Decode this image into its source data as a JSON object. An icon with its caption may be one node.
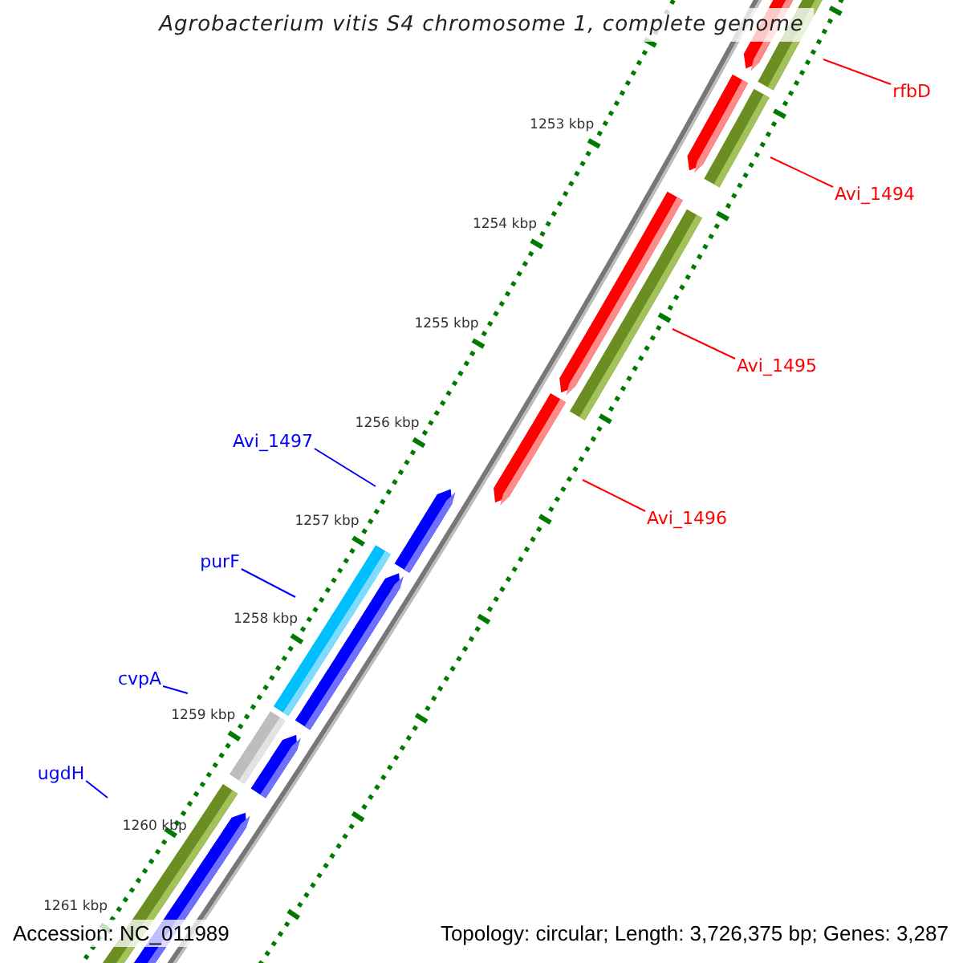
{
  "diagram": {
    "title": "Agrobacterium vitis S4 chromosome 1, complete genome",
    "nodes": [
      {
        "text": [
          "rfbD"
        ]
      },
      {
        "text": [
          "Avi_1494"
        ]
      },
      {
        "text": [
          "Avi_1495"
        ]
      },
      {
        "text": [
          "Avi_1497"
        ]
      },
      {
        "text": [
          "Avi_1496"
        ]
      },
      {
        "text": [
          "purF"
        ]
      },
      {
        "text": [
          "cvpA"
        ]
      },
      {
        "text": [
          "ugdH"
        ]
      }
    ],
    "edges": [
      {
        "from": 0,
        "to": null,
        "arrow": "none",
        "color": "#ff0000"
      },
      {
        "from": 1,
        "to": null,
        "arrow": "none",
        "color": "#ff0000"
      },
      {
        "from": 2,
        "to": null,
        "arrow": "none",
        "color": "#ff0000"
      },
      {
        "from": 3,
        "to": null,
        "arrow": "none",
        "color": "#0000ff"
      },
      {
        "from": 4,
        "to": null,
        "arrow": "none",
        "color": "#ff0000"
      },
      {
        "from": 5,
        "to": null,
        "arrow": "none",
        "color": "#0000ff"
      },
      {
        "from": 6,
        "to": null,
        "arrow": "none",
        "color": "#0000ff"
      },
      {
        "from": 7,
        "to": null,
        "arrow": "none",
        "color": "#0000ff"
      }
    ],
    "labels": [
      "1253 kbp",
      "1254 kbp",
      "1255 kbp",
      "1256 kbp",
      "1257 kbp",
      "1258 kbp",
      "1259 kbp",
      "1260 kbp",
      "1261 kbp",
      "Accession: NC_011989",
      "Topology: circular; Length: 3,726,375 bp; Genes: 3,287"
    ]
  }
}
